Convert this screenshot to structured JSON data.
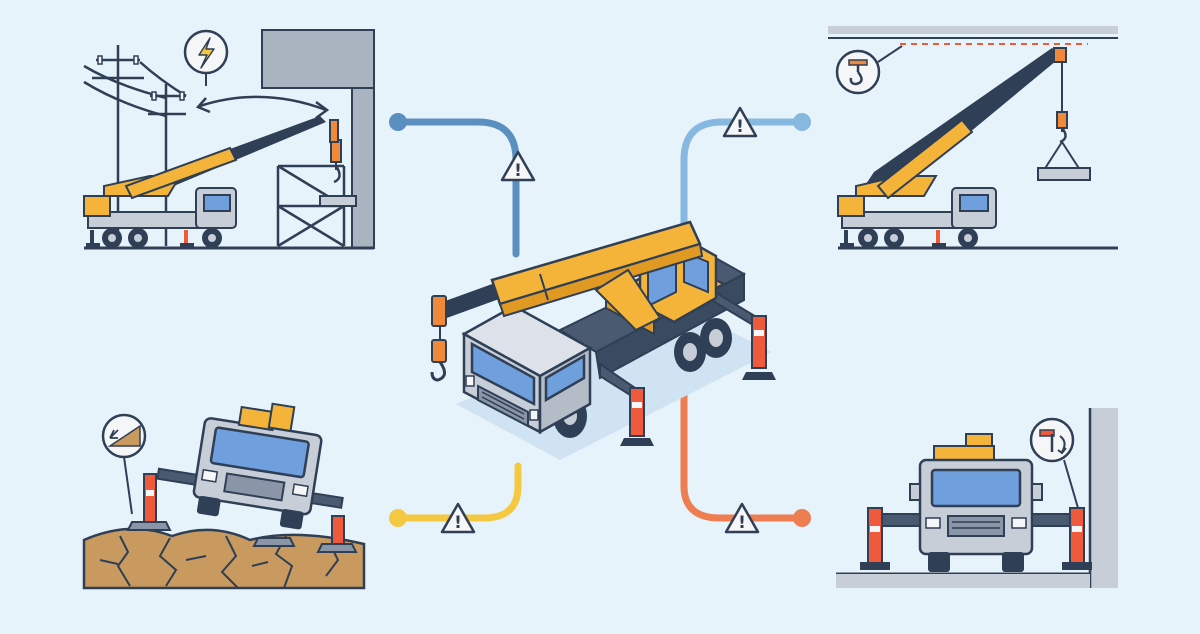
{
  "colors": {
    "background": "#e7f3fb",
    "outline": "#2f3f55",
    "crane_yellow": "#f4b43a",
    "crane_orange": "#f08a3a",
    "cab_gray": "#c8ced8",
    "window_blue": "#6f9fdc",
    "ground": "#c99a5f",
    "line_steel": "#5b8fbf",
    "line_sky": "#86b8e0",
    "line_yellow": "#f5c842",
    "line_orange": "#ef7d52",
    "warning_fill": "#f5f6f8",
    "outrigger_red": "#f05a3c"
  },
  "hazards": [
    {
      "id": "power-lines",
      "icon": "lightning-bolt-icon",
      "connector_color": "line_steel"
    },
    {
      "id": "overhead-clearance",
      "icon": "crane-hook-icon",
      "connector_color": "line_sky"
    },
    {
      "id": "unstable-ground",
      "icon": "slope-icon",
      "connector_color": "line_yellow"
    },
    {
      "id": "wall-proximity",
      "icon": "outrigger-swing-icon",
      "connector_color": "line_orange"
    }
  ],
  "warning_symbol": "!"
}
